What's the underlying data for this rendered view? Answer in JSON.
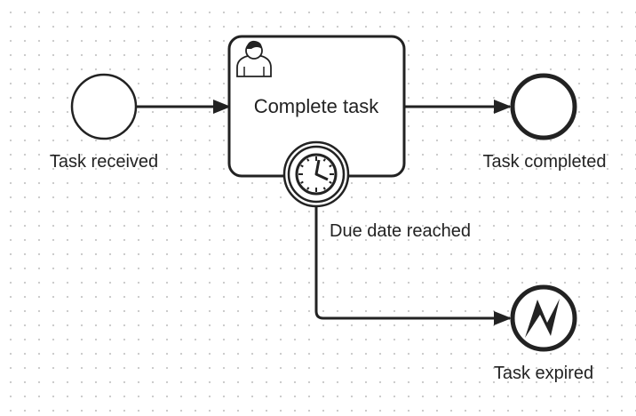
{
  "diagram": {
    "type": "bpmn",
    "nodes": {
      "start_event": {
        "label": "Task received",
        "kind": "start-event"
      },
      "user_task": {
        "label": "Complete task",
        "kind": "user-task",
        "icon": "user-icon"
      },
      "timer_boundary": {
        "label": "Due date reached",
        "kind": "boundary-timer-event",
        "icon": "clock-icon"
      },
      "end_completed": {
        "label": "Task completed",
        "kind": "end-event"
      },
      "end_expired": {
        "label": "Task expired",
        "kind": "error-end-event",
        "icon": "lightning-icon"
      }
    },
    "flows": [
      {
        "from": "Task received",
        "to": "Complete task"
      },
      {
        "from": "Complete task",
        "to": "Task completed"
      },
      {
        "from": "Due date reached",
        "to": "Task expired"
      }
    ],
    "colors": {
      "stroke": "#222222",
      "background": "#ffffff",
      "grid_dot": "#c9c9c9"
    }
  }
}
